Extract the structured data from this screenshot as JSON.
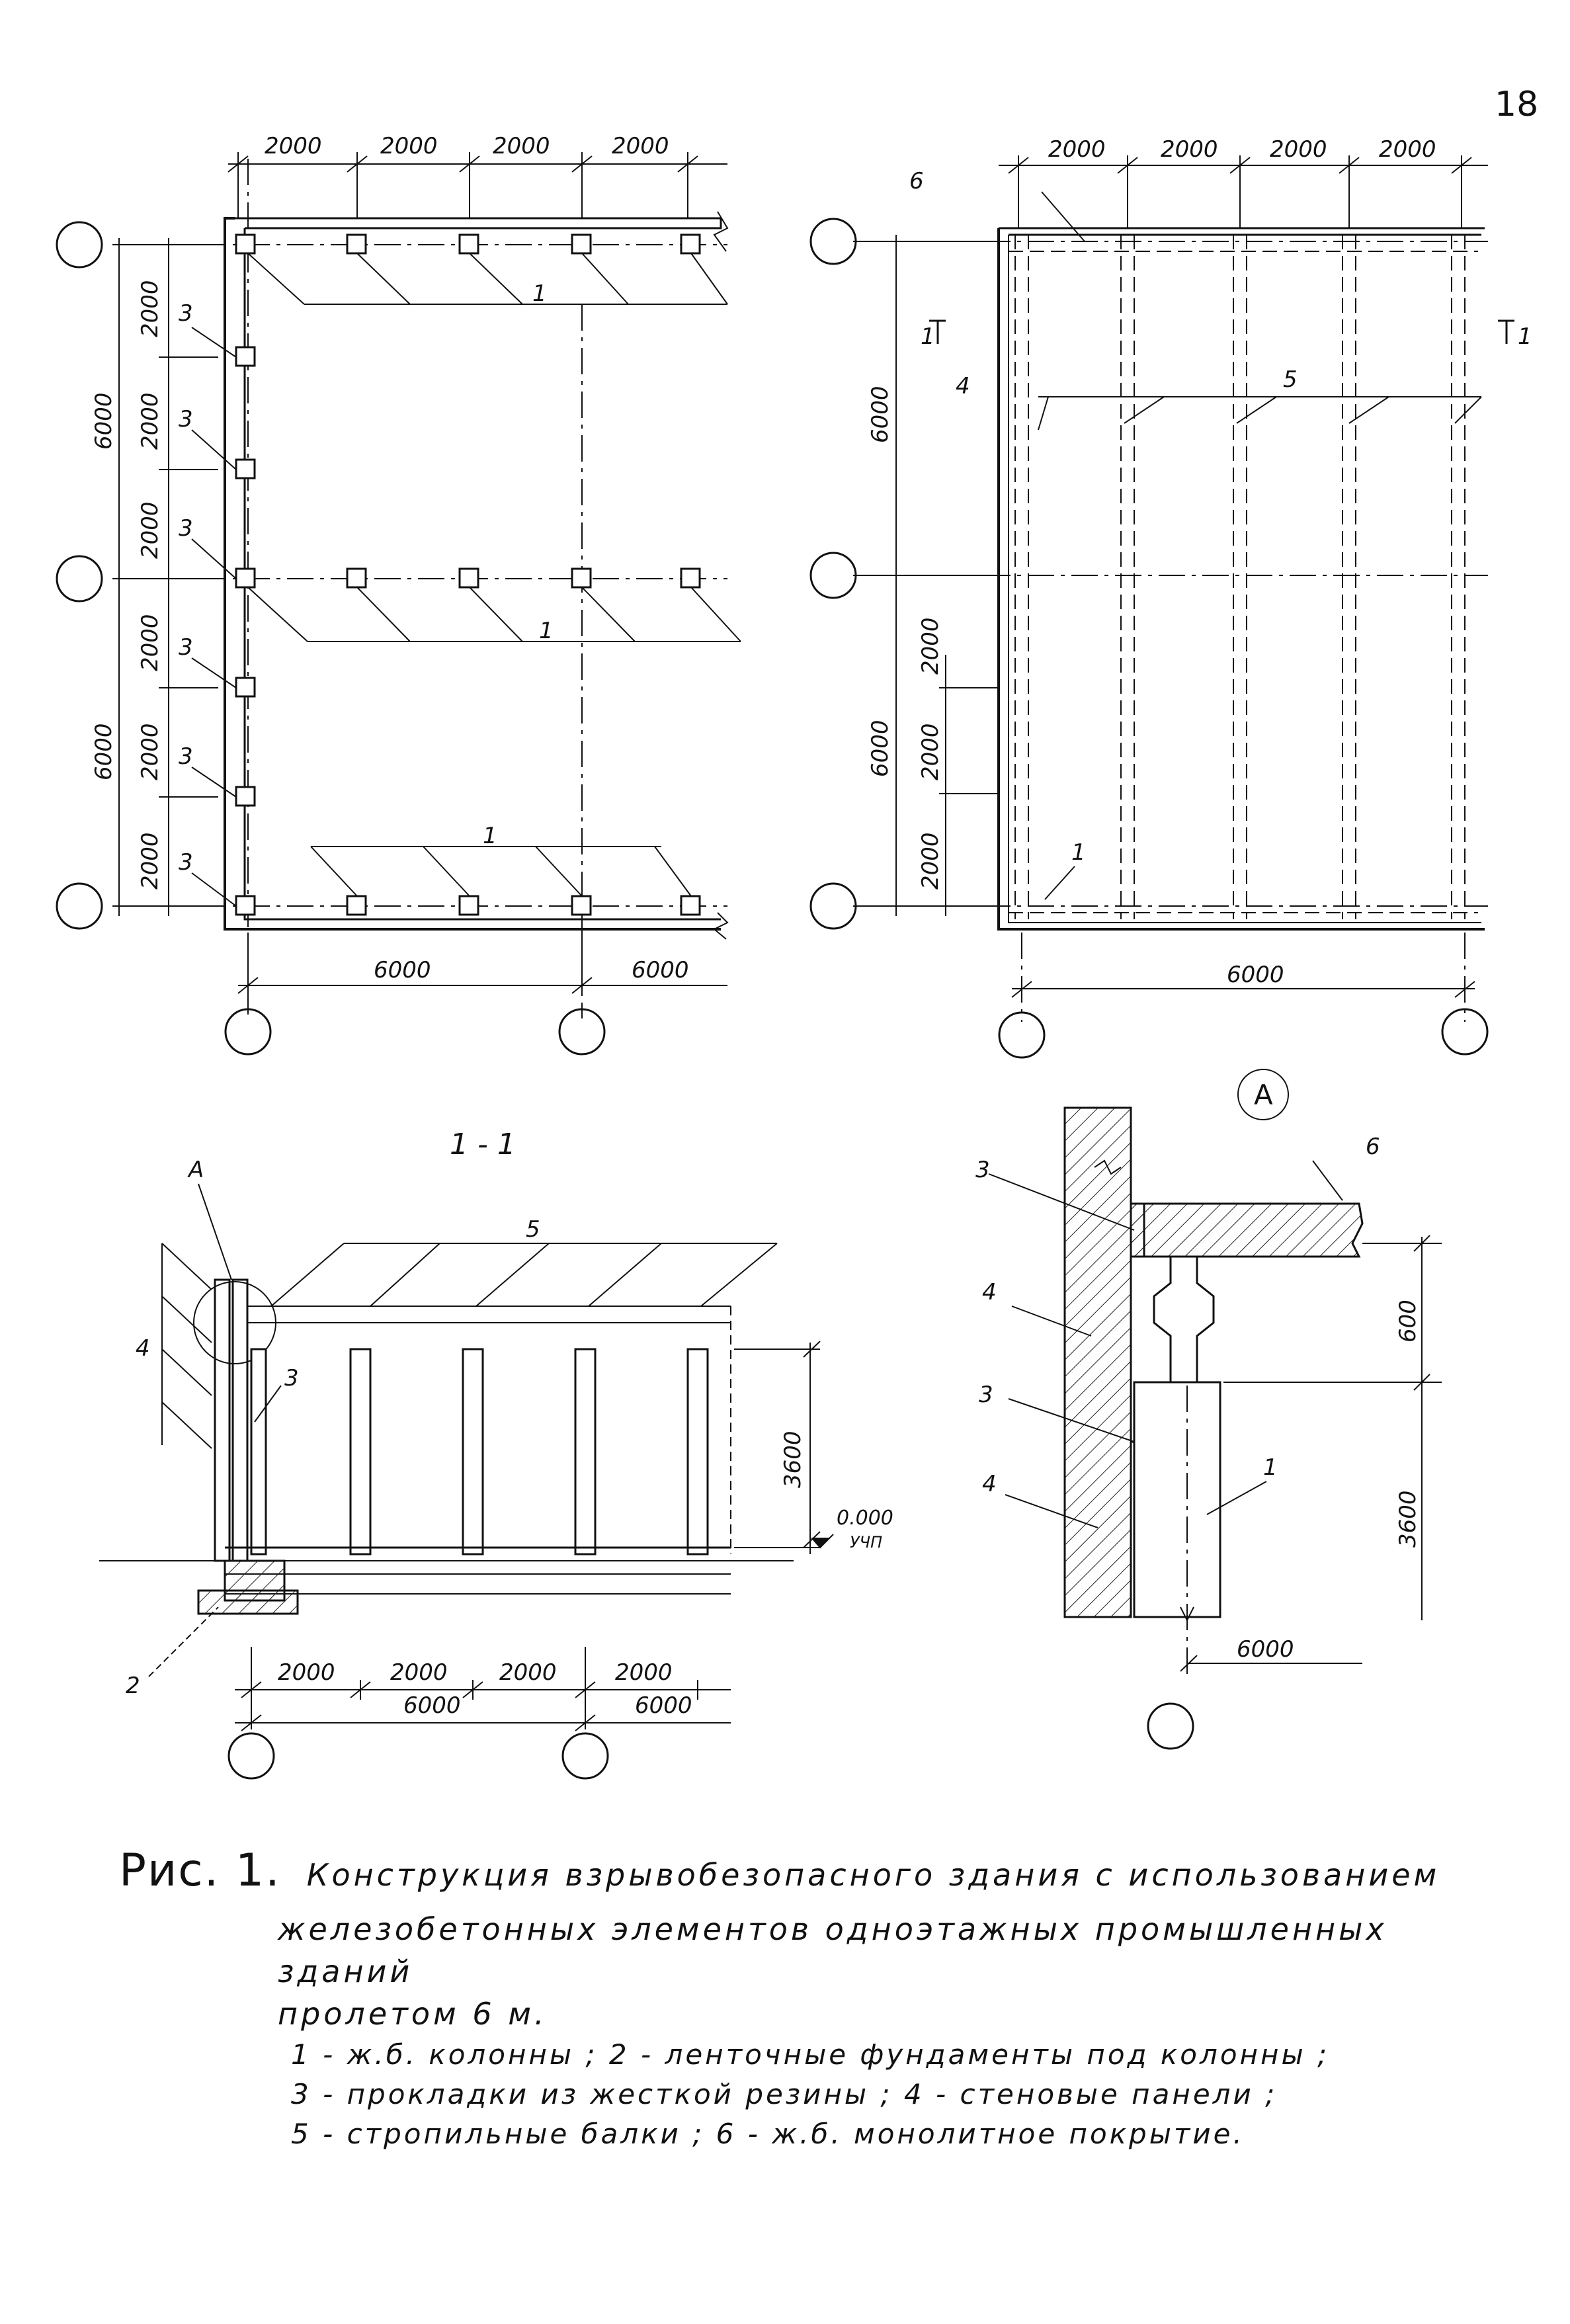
{
  "page_number": "18",
  "plan_left": {
    "top_dims": [
      "2000",
      "2000",
      "2000",
      "2000"
    ],
    "left_dims": [
      "2000",
      "2000",
      "2000",
      "2000",
      "2000",
      "2000"
    ],
    "left_overall": [
      "6000",
      "6000"
    ],
    "bottom_dims": [
      "6000",
      "6000"
    ],
    "callouts": {
      "columns": "1",
      "pads": "3"
    }
  },
  "plan_right": {
    "top_dims": [
      "2000",
      "2000",
      "2000",
      "2000"
    ],
    "left_dims": [
      "2000",
      "2000",
      "2000"
    ],
    "left_overall": [
      "6000",
      "6000"
    ],
    "bottom_dim": "6000",
    "callouts": {
      "columns": "1",
      "wall": "4",
      "beams": "5",
      "slab": "6"
    },
    "section_mark": "1"
  },
  "section": {
    "title": "1 - 1",
    "detail_mark": "A",
    "callouts": {
      "beams": "5",
      "wall": "4",
      "pad": "3",
      "foundation": "2"
    },
    "height_dim": "3600",
    "level_value": "0.000",
    "level_label": "УЧП",
    "bottom_dims": [
      "2000",
      "2000",
      "2000",
      "2000"
    ],
    "bottom_overall": [
      "6000",
      "6000"
    ]
  },
  "detail": {
    "title": "A",
    "callouts": {
      "slab": "6",
      "pad_top": "3",
      "wall_top": "4",
      "pad_bottom": "3",
      "wall_bottom": "4",
      "column": "1"
    },
    "dims": [
      "600",
      "3600"
    ],
    "bottom_dim": "6000"
  },
  "caption": {
    "figure_label": "Рис. 1.",
    "title_line1": "Конструкция взрывобезопасного здания с использованием",
    "title_line2": "железобетонных элементов одноэтажных промышленных зданий",
    "title_line3": "пролетом 6 м.",
    "legend_line1": "1 - ж.б. колонны ; 2 - ленточные фундаменты под колонны ;",
    "legend_line2": "3 - прокладки из жесткой резины ; 4 - стеновые панели ;",
    "legend_line3": "5 - стропильные балки ; 6 - ж.б. монолитное покрытие."
  }
}
